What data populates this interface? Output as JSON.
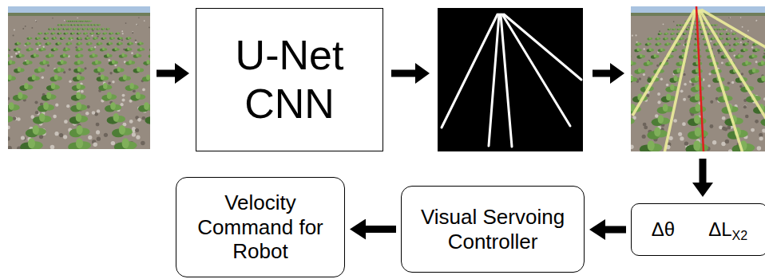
{
  "diagram": {
    "nodes": [
      {
        "text": [
          "U-Net CNN"
        ]
      },
      {
        "text": [
          "Δθ",
          "ΔL",
          "X2"
        ]
      },
      {
        "text": [
          "Visual Servoing Controller"
        ]
      },
      {
        "text": [
          "Velocity Command for Robot"
        ]
      }
    ],
    "edges": [
      {
        "from": 1,
        "to": 2,
        "arrow": "to"
      },
      {
        "from": 2,
        "to": 3,
        "arrow": "to"
      }
    ]
  }
}
